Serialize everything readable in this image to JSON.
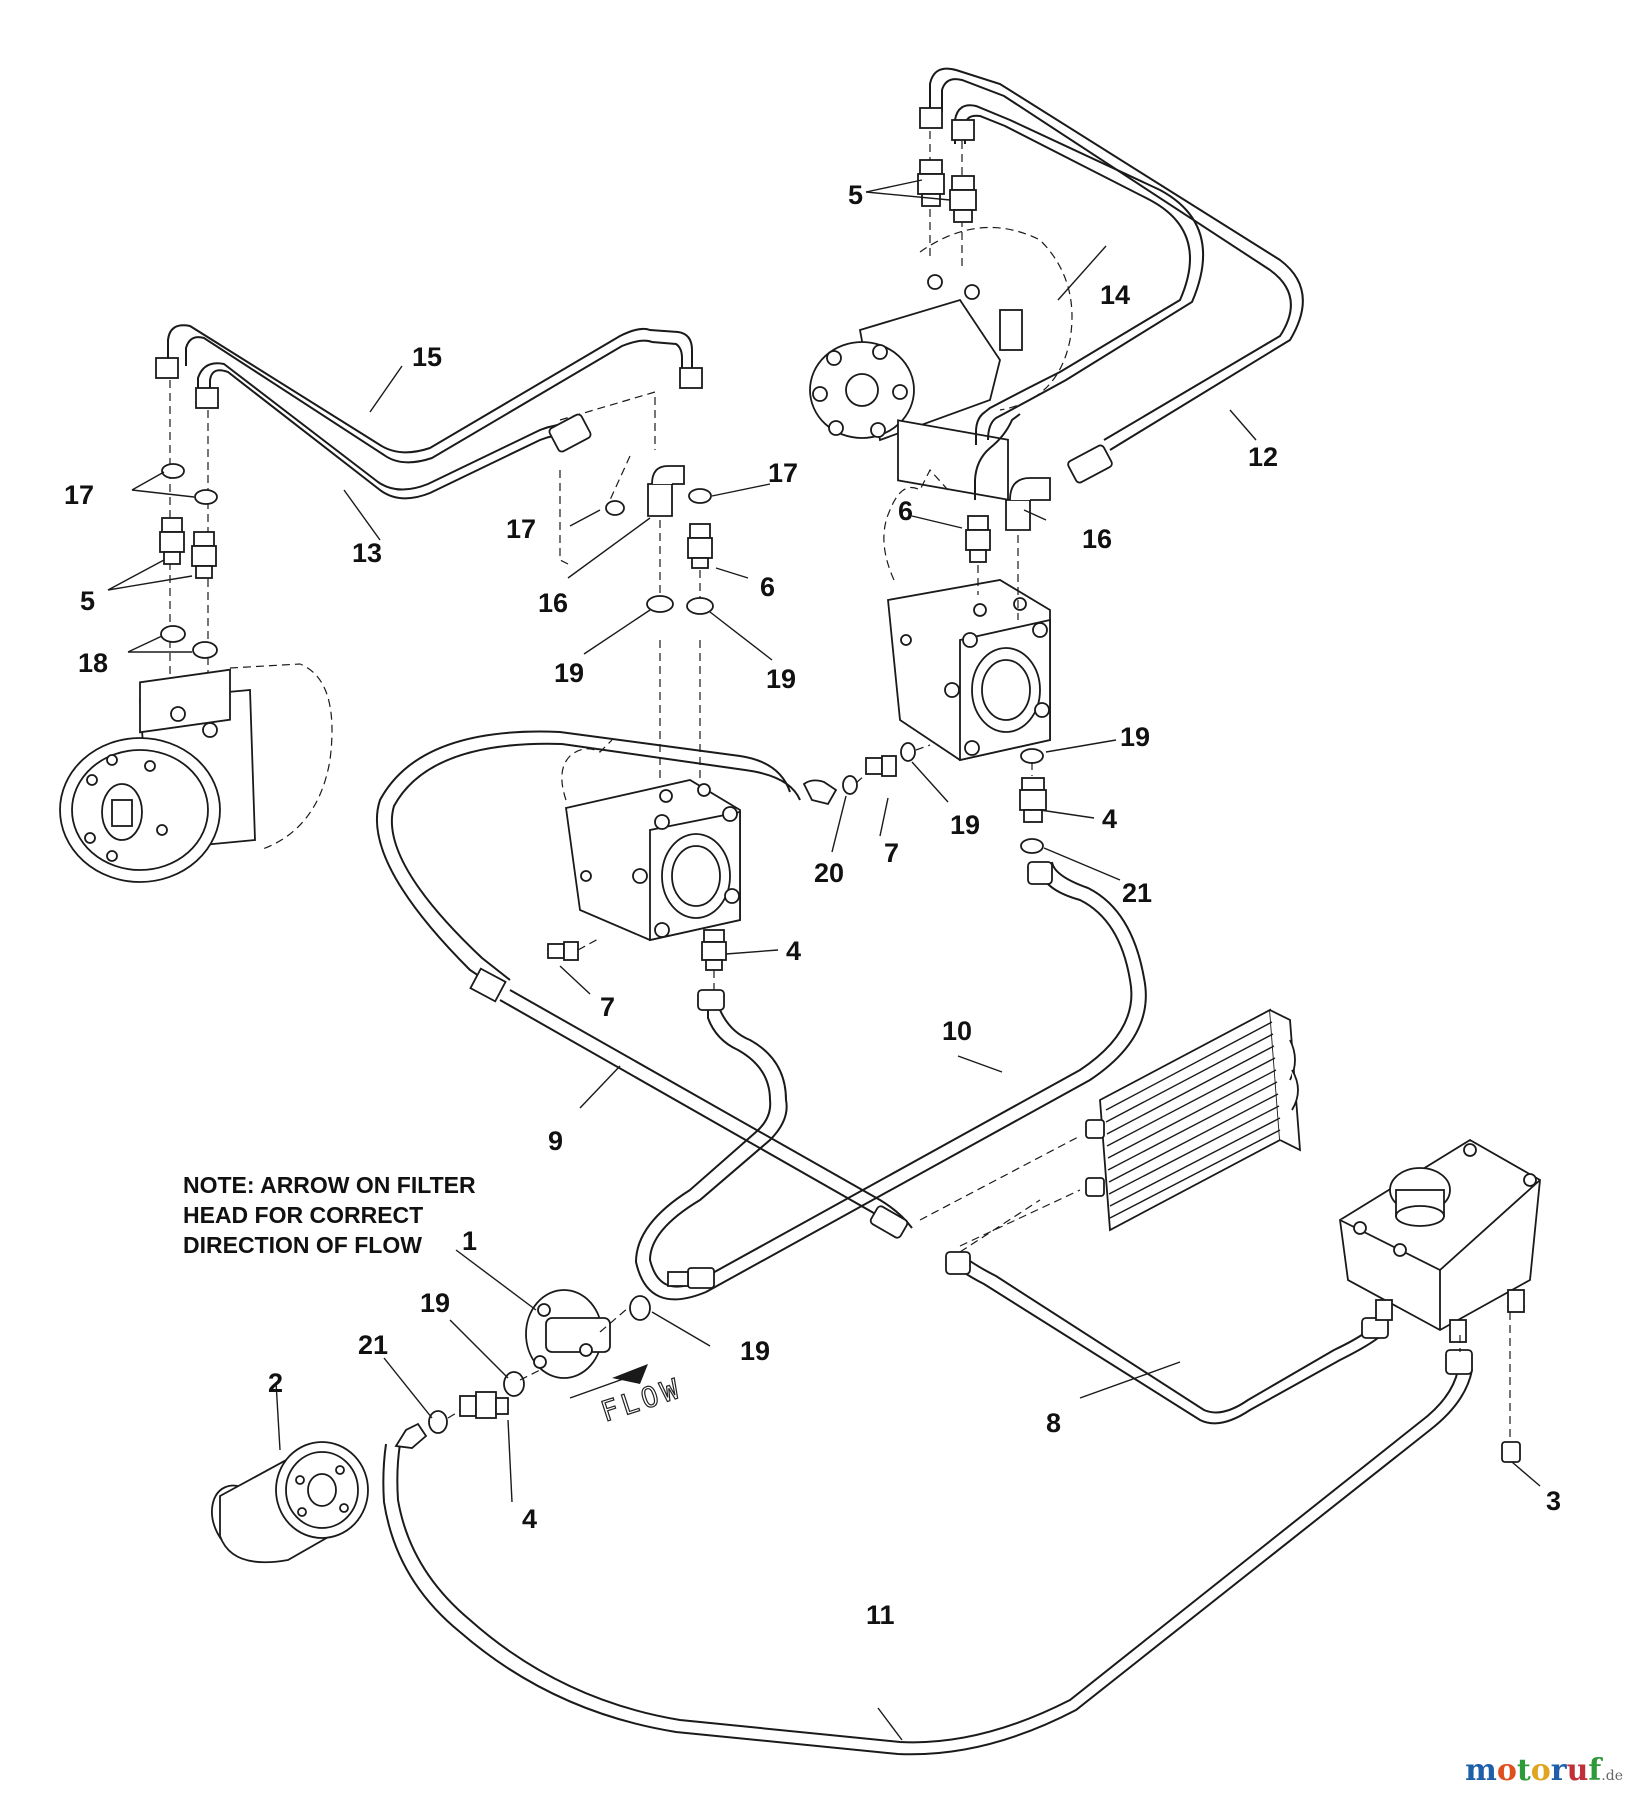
{
  "diagram": {
    "note_lines": [
      "NOTE: ARROW ON FILTER",
      "HEAD FOR CORRECT",
      "DIRECTION OF FLOW"
    ],
    "flow_text": "FLOW",
    "callouts": {
      "c1": "1",
      "c2": "2",
      "c3": "3",
      "c4a": "4",
      "c4b": "4",
      "c4c": "4",
      "c5a": "5",
      "c5b": "5",
      "c6a": "6",
      "c6b": "6",
      "c7a": "7",
      "c7b": "7",
      "c8": "8",
      "c9": "9",
      "c10": "10",
      "c11": "11",
      "c12": "12",
      "c13": "13",
      "c14": "14",
      "c15": "15",
      "c16a": "16",
      "c16b": "16",
      "c17a": "17",
      "c17b": "17",
      "c17c": "17",
      "c18": "18",
      "c19a": "19",
      "c19b": "19",
      "c19c": "19",
      "c19d": "19",
      "c19e": "19",
      "c19f": "19",
      "c20": "20",
      "c21a": "21",
      "c21b": "21"
    }
  },
  "watermark": {
    "letters": [
      "m",
      "o",
      "t",
      "o",
      "r",
      "u",
      "f"
    ],
    "suffix": ".de",
    "colors": [
      "#1f5fa8",
      "#e0501f",
      "#2f9a3a",
      "#e0a41f",
      "#1f5fa8",
      "#c0303a",
      "#2f9a3a"
    ]
  }
}
